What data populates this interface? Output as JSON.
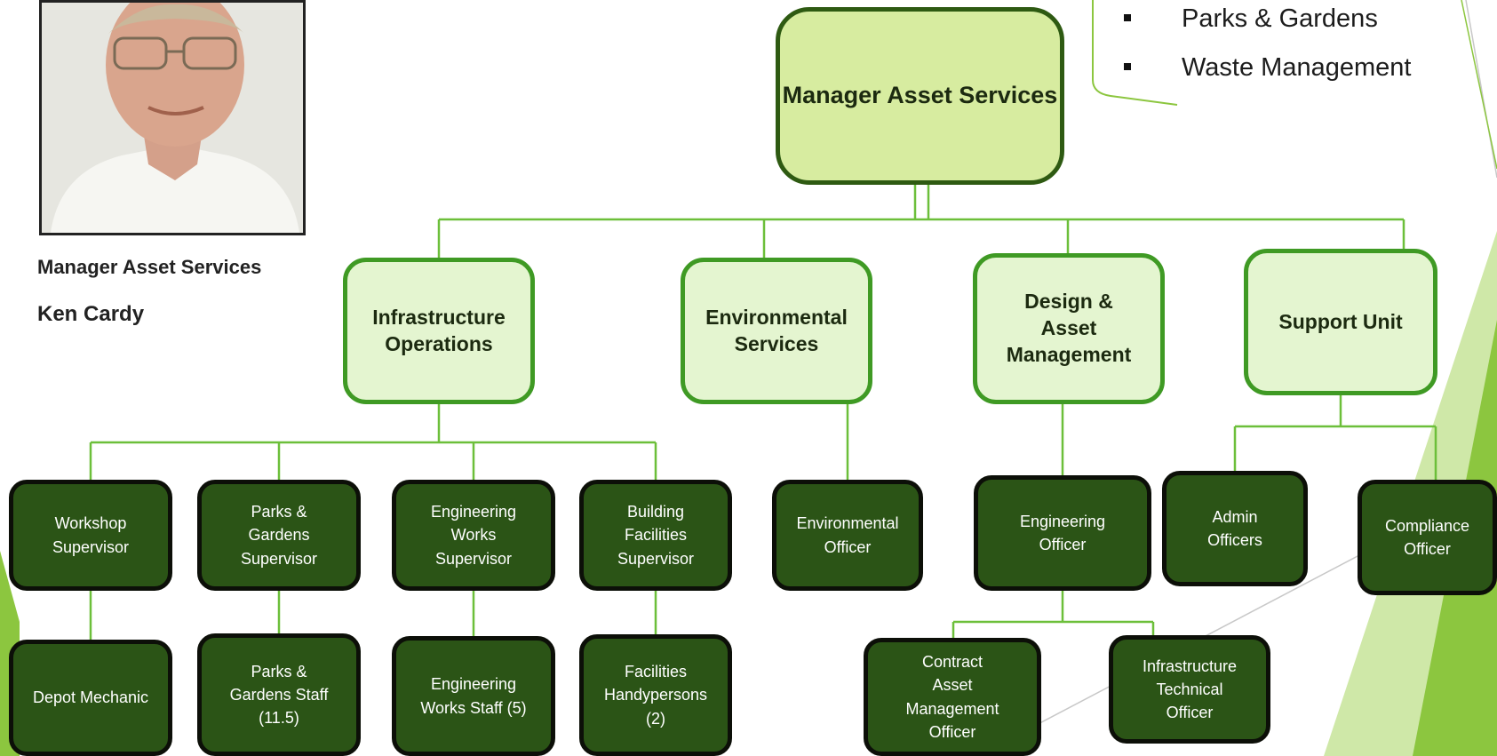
{
  "services": [
    "Parks & Gardens",
    "Waste Management"
  ],
  "profile": {
    "title": "Manager Asset Services",
    "name": "Ken Cardy"
  },
  "chart": {
    "top": "Manager Asset Services",
    "departments": {
      "infrastructure": "Infrastructure\nOperations",
      "environmental": "Environmental\nServices",
      "design": "Design &\nAsset\nManagement",
      "support": "Support Unit"
    },
    "roles": {
      "workshop": "Workshop\nSupervisor",
      "parks": "Parks &\nGardens\nSupervisor",
      "engworks": "Engineering\nWorks\nSupervisor",
      "building": "Building\nFacilities\nSupervisor",
      "envofficer": "Environmental\nOfficer",
      "engofficer": "Engineering\nOfficer",
      "admin": "Admin\nOfficers",
      "compliance": "Compliance\nOfficer",
      "depot": "Depot Mechanic",
      "parksstaff": "Parks &\nGardens Staff\n(11.5)",
      "engstaff": "Engineering\nWorks Staff (5)",
      "handy": "Facilities\nHandypersons\n(2)",
      "contract": "Contract\nAsset\nManagement\nOfficer",
      "infratech": "Infrastructure\nTechnical\nOfficer"
    }
  },
  "colors": {
    "line": "#6cbf3a",
    "top_fill": "#d7eca0",
    "dept_fill": "#e4f5d0",
    "staff_fill": "#2b5416",
    "accent_light": "#cfe8a8",
    "accent_dark": "#8cc63f"
  }
}
